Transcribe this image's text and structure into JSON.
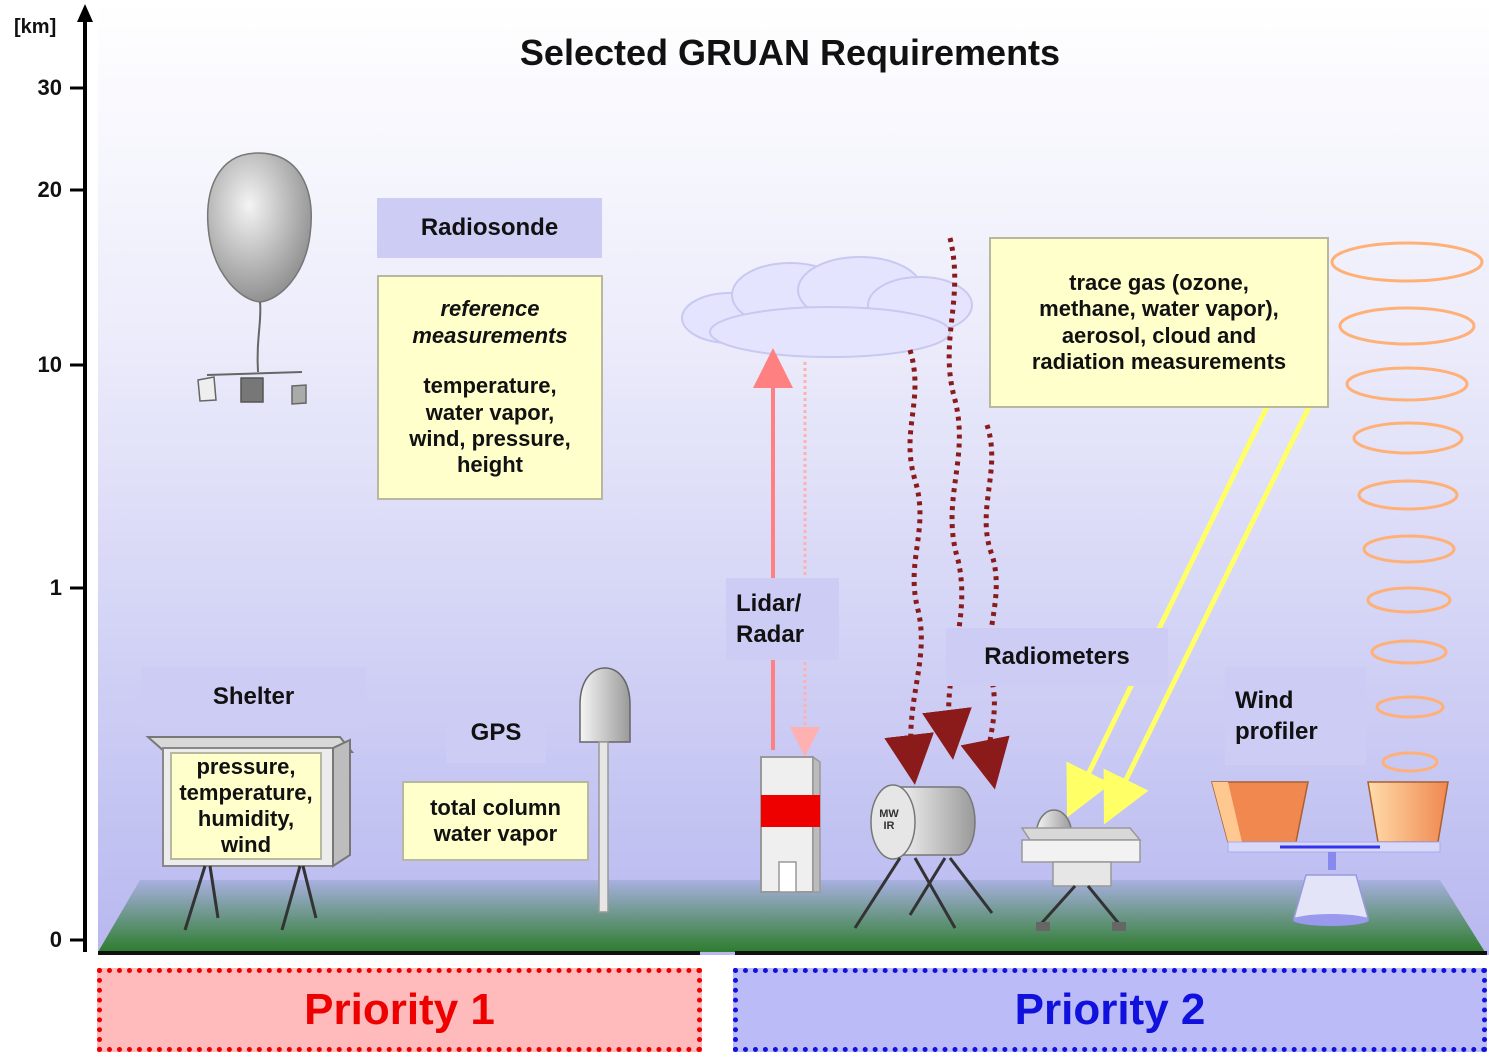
{
  "title": "Selected GRUAN Requirements",
  "axis": {
    "unit": "[km]",
    "ticks": [
      "30",
      "20",
      "10",
      "1",
      "0"
    ]
  },
  "radiosonde": {
    "label": "Radiosonde",
    "emphasis": "reference measurements",
    "details": "temperature,\nwater vapor,\nwind, pressure,\nheight"
  },
  "lidar": {
    "label": "Lidar/\nRadar"
  },
  "trace_gas": {
    "text": "trace gas (ozone,\nmethane, water vapor),\naerosol, cloud and\nradiation measurements"
  },
  "radiometers": {
    "label": "Radiometers",
    "instrument_text": "MW\nIR"
  },
  "wind_profiler": {
    "label": "Wind\nprofiler"
  },
  "shelter": {
    "label": "Shelter",
    "details": "pressure,\ntemperature,\nhumidity,\nwind"
  },
  "gps": {
    "label": "GPS",
    "details": "total column\nwater vapor"
  },
  "priorities": {
    "p1": "Priority 1",
    "p2": "Priority 2"
  },
  "colors": {
    "sky_top": "#ffffff",
    "sky_bottom": "#b8b8f0",
    "ground": "#2e7d2e",
    "note_bg": "#ffffcc",
    "tag_bg": "#ccccf5",
    "priority1": "#ee0000",
    "priority2": "#1111dd",
    "lidar_beam": "#ff8080",
    "radiation": "#8b1a1a",
    "solar": "#ffff66",
    "wind_rings": "#ffb077"
  }
}
